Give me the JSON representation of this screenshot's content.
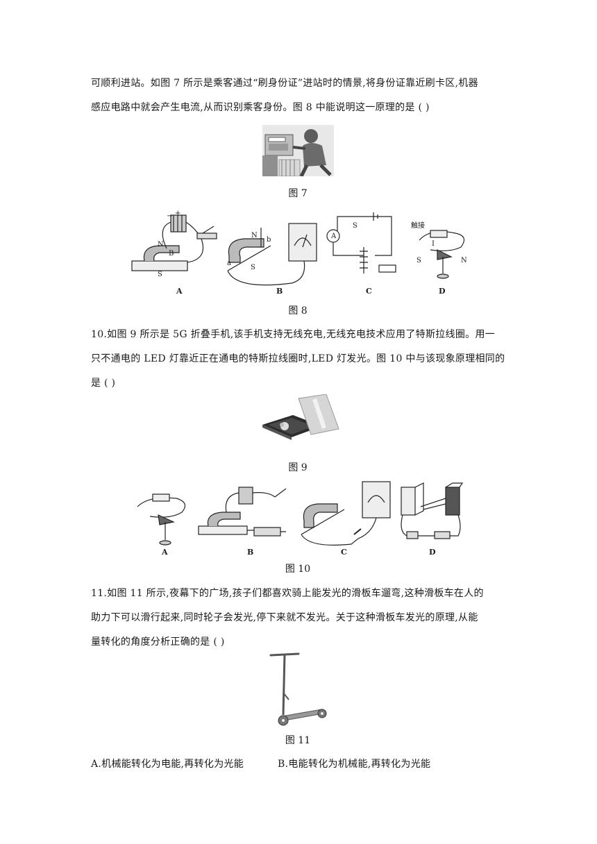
{
  "paragraph_9": {
    "line1": "可顺利进站。如图 7 所示是乘客通过“刷身份证”进站时的情景,将身份证靠近刷卡区,机器",
    "line2": "感应电路中就会产生电流,从而识别乘客身份。图 8 中能说明这一原理的是     (       )"
  },
  "figure7": {
    "caption": "图 7"
  },
  "figure8": {
    "caption": "图 8",
    "options": [
      "A",
      "B",
      "C",
      "D"
    ],
    "labels": {
      "N": "N",
      "S": "S",
      "B": "B",
      "A": "A",
      "a": "a",
      "b": "b",
      "ammeter": "A",
      "touch": "触接",
      "current": "I",
      "plus": "+",
      "minus": "−"
    }
  },
  "question10": {
    "line1": "10.如图 9 所示是 5G 折叠手机,该手机支持无线充电,无线充电技术应用了特斯拉线圈。用一",
    "line2": "只不通电的 LED 灯靠近正在通电的特斯拉线圈时,LED 灯发光。图 10 中与该现象原理相同的",
    "line3": "是   (       )"
  },
  "figure9": {
    "caption": "图 9"
  },
  "figure10": {
    "caption": "图 10",
    "options": [
      "A",
      "B",
      "C",
      "D"
    ]
  },
  "question11": {
    "line1": "11.如图 11 所示,夜幕下的广场,孩子们都喜欢骑上能发光的滑板车遛弯,这种滑板车在人的",
    "line2": "助力下可以滑行起来,同时轮子会发光,停下来就不发光。关于这种滑板车发光的原理,从能",
    "line3": "量转化的角度分析正确的是       (       )"
  },
  "figure11": {
    "caption": "图 11"
  },
  "answers": {
    "A": "A.机械能转化为电能,再转化为光能",
    "B": "B.电能转化为机械能,再转化为光能"
  }
}
